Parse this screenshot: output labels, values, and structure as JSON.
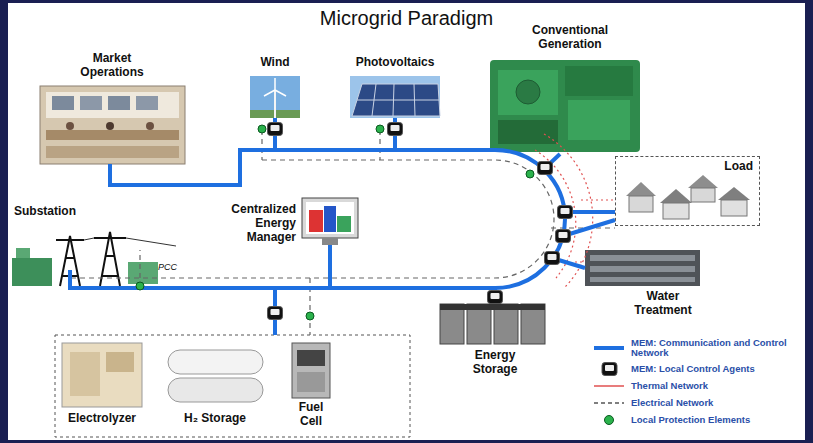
{
  "diagram": {
    "title": "Microgrid Paradigm",
    "nodes": [
      {
        "text": [
          "Market Operations"
        ]
      },
      {
        "text": [
          "Wind"
        ]
      },
      {
        "text": [
          "Photovoltaics"
        ]
      },
      {
        "text": [
          "Conventional Generation"
        ]
      },
      {
        "text": [
          "Load"
        ]
      },
      {
        "text": [
          "Substation"
        ]
      },
      {
        "text": [
          "Centralized Energy Manager"
        ]
      },
      {
        "text": [
          "Water Treatment"
        ]
      },
      {
        "text": [
          "Energy Storage"
        ]
      },
      {
        "text": [
          "Electrolyzer"
        ]
      },
      {
        "text": [
          "H₂ Storage"
        ]
      },
      {
        "text": [
          "Fuel Cell"
        ]
      }
    ],
    "labels": [
      "PCC"
    ],
    "legend": [
      {
        "text": "MEM: Communication and Control Network"
      },
      {
        "text": "MEM: Local Control Agents"
      },
      {
        "text": "Thermal Network"
      },
      {
        "text": "Electrical Network"
      },
      {
        "text": "Local Protection Elements"
      }
    ]
  }
}
